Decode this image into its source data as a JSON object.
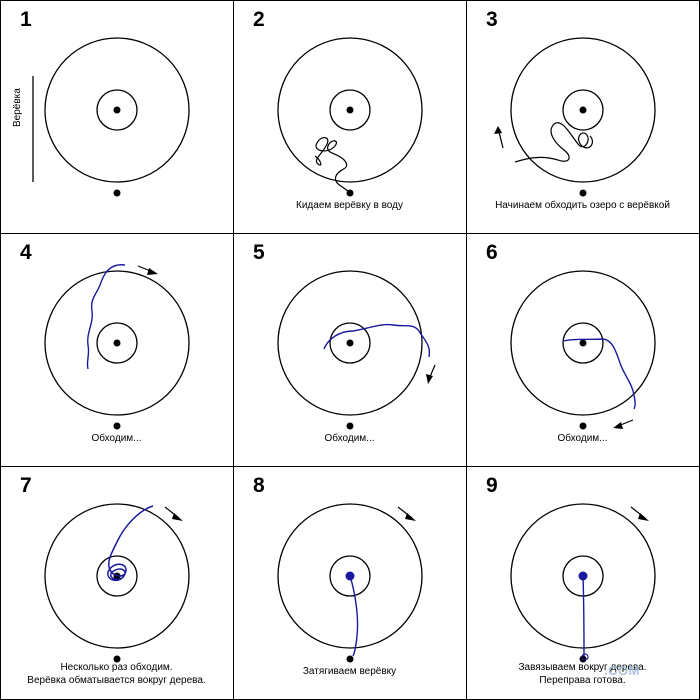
{
  "colors": {
    "line": "#000000",
    "rope": "#1a1aa0",
    "background": "#ffffff",
    "watermark": "#9db8d6"
  },
  "panels": [
    {
      "number": "1",
      "caption": "",
      "side_label": "Верёвка"
    },
    {
      "number": "2",
      "caption": "Кидаем верёвку в воду"
    },
    {
      "number": "3",
      "caption": "Начинаем обходить озеро с верёвкой"
    },
    {
      "number": "4",
      "caption": "Обходим..."
    },
    {
      "number": "5",
      "caption": "Обходим..."
    },
    {
      "number": "6",
      "caption": "Обходим..."
    },
    {
      "number": "7",
      "caption": "Несколько раз обходим.\nВерёвка обматывается вокруг дерева."
    },
    {
      "number": "8",
      "caption": "Затягиваем верёвку"
    },
    {
      "number": "9",
      "caption": "Завязываем вокруг дерева.\nПереправа готова."
    }
  ],
  "watermark": ".COM"
}
